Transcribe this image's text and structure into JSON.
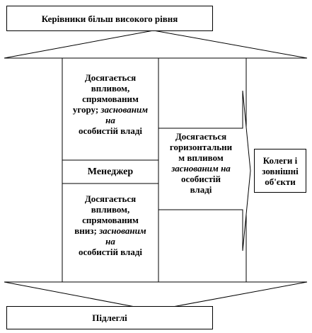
{
  "top_box": {
    "label": "Керівники більш високого рівня"
  },
  "upward_influence": {
    "line1": "Досягається",
    "line2": "впливом,",
    "line3": "спрямованим",
    "line4a": "угору;",
    "line4b": "заснованим",
    "line5": "на",
    "line6": "особистій владі"
  },
  "manager": {
    "label": "Менеджер"
  },
  "downward_influence": {
    "line1": "Досягається",
    "line2": "впливом,",
    "line3": "спрямованим",
    "line4a": "вниз;",
    "line4b": "заснованим",
    "line5": "на",
    "line6": "особистій владі"
  },
  "horizontal_influence": {
    "line1": "Досягається",
    "line2": "горизонтальни",
    "line3": "м впливом",
    "line4": "заснованим на",
    "line5": "особистій",
    "line6": "владі"
  },
  "colleagues_box": {
    "line1": "Колеги і",
    "line2": "зовнішні",
    "line3": "об'єкти"
  },
  "bottom_box": {
    "label": "Підлеглі"
  }
}
